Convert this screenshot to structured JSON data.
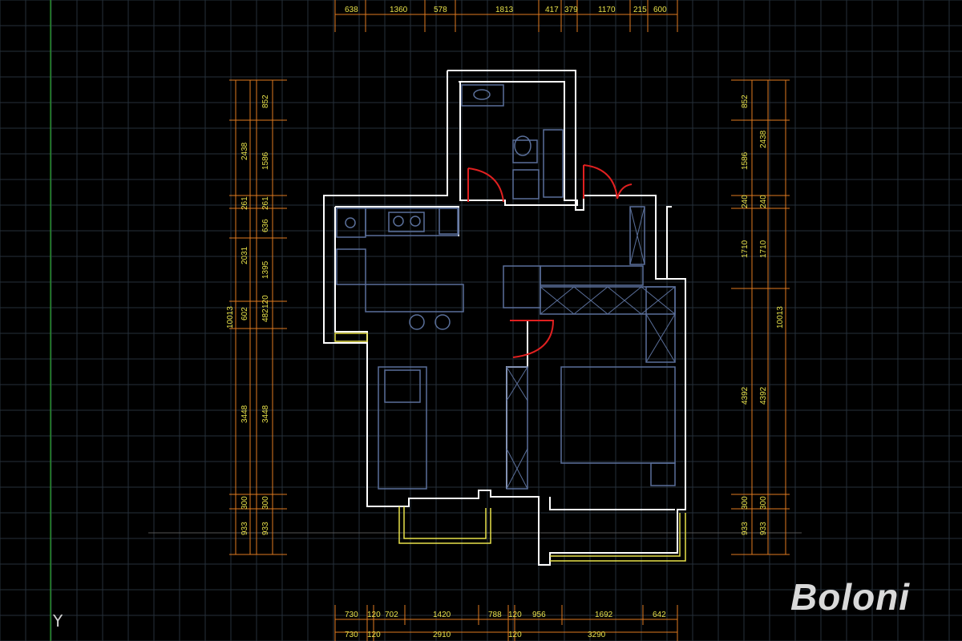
{
  "app": {
    "colors": {
      "background": "#000000",
      "grid": "#26303a",
      "dimension_line": "#e07a1f",
      "dimension_text": "#e8e14a",
      "wall": "#ffffff",
      "furniture": "#5a6f9a",
      "door": "#e02020",
      "window": "#e8e14a",
      "axis": "#2bbf2b"
    },
    "axis_label": "Y",
    "brand": "Boloni"
  },
  "dimensions": {
    "top": [
      "638",
      "1360",
      "578",
      "1813",
      "417",
      "379",
      "1170",
      "215",
      "600"
    ],
    "bottom_row1": [
      "730",
      "120",
      "702",
      "1420",
      "788",
      "120",
      "956",
      "1692",
      "642"
    ],
    "bottom_row2": [
      "730",
      "120",
      "2910",
      "120",
      "3290"
    ],
    "left_outer": [
      "2438",
      "261",
      "2031",
      "602",
      "3448",
      "300",
      "933"
    ],
    "left_total": "10013",
    "left_inner": [
      "852",
      "1586",
      "261",
      "636",
      "1395",
      "482",
      "120",
      "3448",
      "300",
      "933"
    ],
    "right_inner": [
      "852",
      "1586",
      "240",
      "1710",
      "4392",
      "300",
      "933"
    ],
    "right_outer": [
      "2438",
      "240",
      "1710",
      "4392",
      "300",
      "933"
    ],
    "right_total": "10013"
  }
}
